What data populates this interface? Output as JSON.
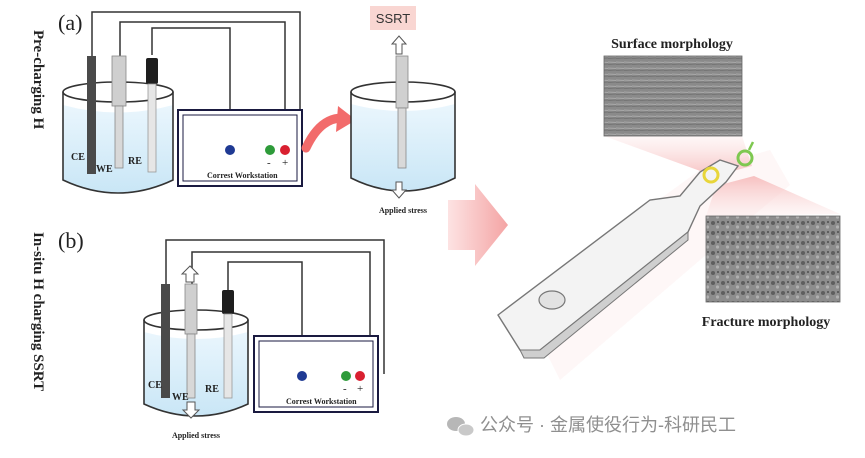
{
  "colors": {
    "accent_arrow": "#f26b6b",
    "water": "#dceffa",
    "electrode_dark": "#4a4a4a",
    "electrode_light": "#cfcfcf",
    "terminal_blue": "#1f3a93",
    "terminal_green": "#2e9b3a",
    "terminal_red": "#d92030",
    "ssrt_bg": "#f9d6d2",
    "watermark_icon": "#b7b7b7"
  },
  "panel_a": {
    "label": "(a)",
    "side_label": "Pre-charging H",
    "electrodes": {
      "ce": "CE",
      "we": "WE",
      "re": "RE"
    },
    "workstation_label": "Correst Workstation",
    "terminal_minus": "-",
    "terminal_plus": "+"
  },
  "panel_b": {
    "label": "(b)",
    "side_label": "In-situ H charging SSRT",
    "electrodes": {
      "ce": "CE",
      "we": "WE",
      "re": "RE"
    },
    "workstation_label": "Correst Workstation",
    "terminal_minus": "-",
    "terminal_plus": "+",
    "stress_label": "Applied stress"
  },
  "middle": {
    "ssrt_label": "SSRT",
    "stress_label": "Applied stress"
  },
  "right": {
    "surface_label": "Surface morphology",
    "fracture_label": "Fracture morphology"
  },
  "watermark": {
    "icon": "wechat-icon",
    "text": "公众号 · 金属使役行为-科研民工"
  }
}
